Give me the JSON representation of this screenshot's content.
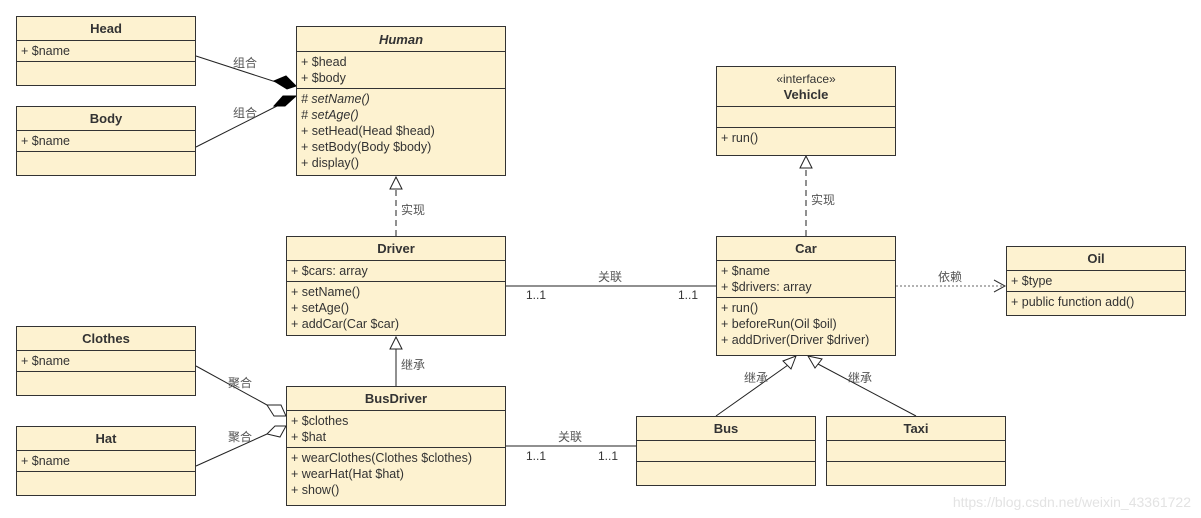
{
  "classes": {
    "head": {
      "name": "Head",
      "attributes": [
        "+ $name"
      ],
      "operations": []
    },
    "body": {
      "name": "Body",
      "attributes": [
        "+ $name"
      ],
      "operations": []
    },
    "human": {
      "name": "Human",
      "abstract": true,
      "attributes": [
        "+ $head",
        "+ $body"
      ],
      "operations": [
        {
          "text": "# setName()",
          "italic": true
        },
        {
          "text": "# setAge()",
          "italic": true
        },
        {
          "text": "+ setHead(Head $head)",
          "italic": false
        },
        {
          "text": "+ setBody(Body $body)",
          "italic": false
        },
        {
          "text": "+ display()",
          "italic": false
        }
      ]
    },
    "driver": {
      "name": "Driver",
      "attributes": [
        "+ $cars: array"
      ],
      "operations": [
        "+ setName()",
        "+ setAge()",
        "+ addCar(Car $car)"
      ]
    },
    "clothes": {
      "name": "Clothes",
      "attributes": [
        "+ $name"
      ],
      "operations": []
    },
    "hat": {
      "name": "Hat",
      "attributes": [
        "+ $name"
      ],
      "operations": []
    },
    "busdriver": {
      "name": "BusDriver",
      "attributes": [
        "+ $clothes",
        "+ $hat"
      ],
      "operations": [
        "+ wearClothes(Clothes $clothes)",
        "+ wearHat(Hat $hat)",
        "+ show()"
      ]
    },
    "vehicle": {
      "stereotype": "«interface»",
      "name": "Vehicle",
      "attributes": [],
      "operations": [
        "+ run()"
      ]
    },
    "car": {
      "name": "Car",
      "attributes": [
        "+ $name",
        "+ $drivers: array"
      ],
      "operations": [
        "+ run()",
        "+ beforeRun(Oil $oil)",
        "+ addDriver(Driver $driver)"
      ]
    },
    "oil": {
      "name": "Oil",
      "attributes": [
        "+ $type"
      ],
      "operations": [
        "+ public function add()"
      ]
    },
    "bus": {
      "name": "Bus",
      "attributes": [],
      "operations": []
    },
    "taxi": {
      "name": "Taxi",
      "attributes": [],
      "operations": []
    }
  },
  "relations": {
    "head_human": {
      "type": "composition",
      "label": "组合"
    },
    "body_human": {
      "type": "composition",
      "label": "组合"
    },
    "driver_human": {
      "type": "realization",
      "label": "实现"
    },
    "busdriver_driver": {
      "type": "generalization",
      "label": "继承"
    },
    "clothes_busdriver": {
      "type": "aggregation",
      "label": "聚合"
    },
    "hat_busdriver": {
      "type": "aggregation",
      "label": "聚合"
    },
    "driver_car": {
      "type": "association",
      "label": "关联",
      "mult_source": "1..1",
      "mult_target": "1..1"
    },
    "busdriver_bus": {
      "type": "association",
      "label": "关联",
      "mult_source": "1..1",
      "mult_target": "1..1"
    },
    "car_vehicle": {
      "type": "realization",
      "label": "实现"
    },
    "car_oil": {
      "type": "dependency",
      "label": "依赖"
    },
    "bus_car": {
      "type": "generalization",
      "label": "继承"
    },
    "taxi_car": {
      "type": "generalization",
      "label": "继承"
    }
  },
  "colors": {
    "class_fill": "#fdf2d0",
    "border": "#333333",
    "label": "#555555"
  },
  "watermark": "https://blog.csdn.net/weixin_43361722"
}
